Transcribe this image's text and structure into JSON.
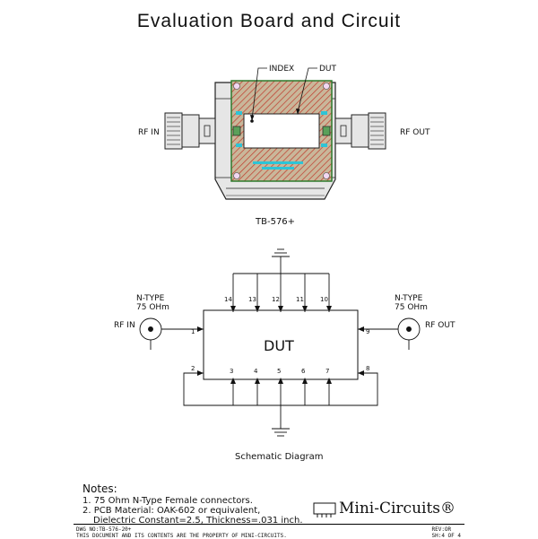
{
  "title": "Evaluation Board and Circuit",
  "board": {
    "label_index": "INDEX",
    "label_dut": "DUT",
    "label_rf_in": "RF IN",
    "label_rf_out": "RF OUT",
    "board_name": "TB-576+"
  },
  "schematic": {
    "dut_label": "DUT",
    "left_connector": {
      "type": "N-TYPE",
      "impedance": "75 OHm",
      "label": "RF IN"
    },
    "right_connector": {
      "type": "N-TYPE",
      "impedance": "75 OHm",
      "label": "RF OUT"
    },
    "pins_top": [
      "14",
      "13",
      "12",
      "11",
      "10"
    ],
    "pins_bottom": [
      "3",
      "4",
      "5",
      "6",
      "7"
    ],
    "pin_in": "1",
    "pin_out": "9",
    "pin_left_bottom": "2",
    "pin_right_bottom": "8",
    "caption": "Schematic Diagram"
  },
  "notes": {
    "heading": "Notes:",
    "line1": "1. 75 Ohm N-Type Female connectors.",
    "line2": "2. PCB Material: OAK-602 or equivalent,",
    "line3": "Dielectric Constant=2.5, Thickness=.031 inch."
  },
  "footer": {
    "dwg": "DWG NO:TB-576-20+",
    "property": "THIS DOCUMENT AND ITS CONTENTS ARE THE PROPERTY OF MINI-CIRCUITS.",
    "rev": "REV:OR",
    "sheet": "SH:4 OF 4"
  },
  "brand": "Mini-Circuits®"
}
